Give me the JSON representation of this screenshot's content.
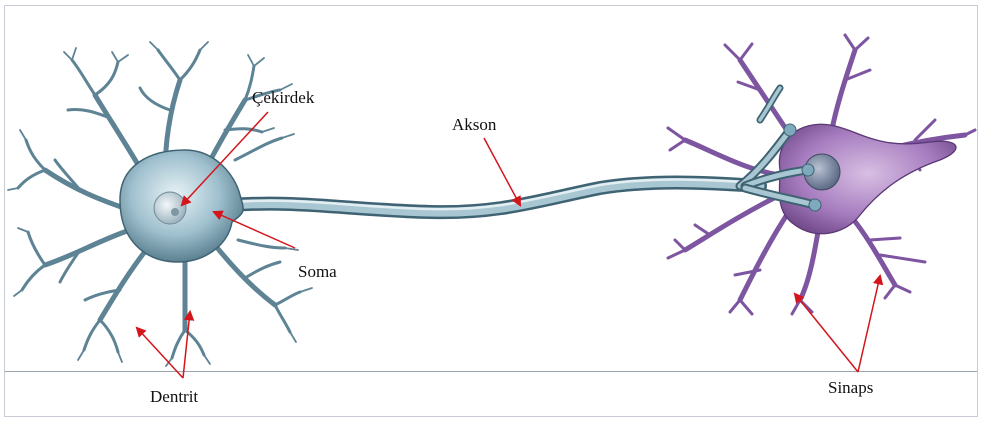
{
  "labels": {
    "nucleus": "Çekirdek",
    "axon": "Akson",
    "soma": "Soma",
    "dendrite": "Dentrit",
    "synapse": "Sinaps"
  },
  "colors": {
    "neuron_body": "#7fa9bc",
    "neuron_light": "#c7dbe4",
    "neuron_dark": "#2f4a55",
    "target_cell": "#9b6fb3",
    "target_light": "#c7a6d6",
    "target_dark": "#4a2d5c",
    "arrow": "#d4151b"
  }
}
